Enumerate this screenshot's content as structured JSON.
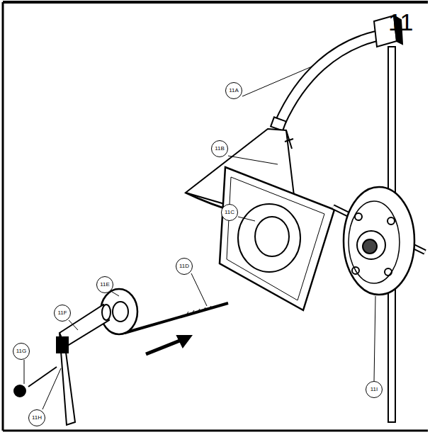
{
  "diagram": {
    "labels": [
      "11",
      "11A",
      "11B",
      "11C",
      "11D",
      "11E",
      "11F",
      "11G",
      "11H",
      "11I"
    ]
  }
}
